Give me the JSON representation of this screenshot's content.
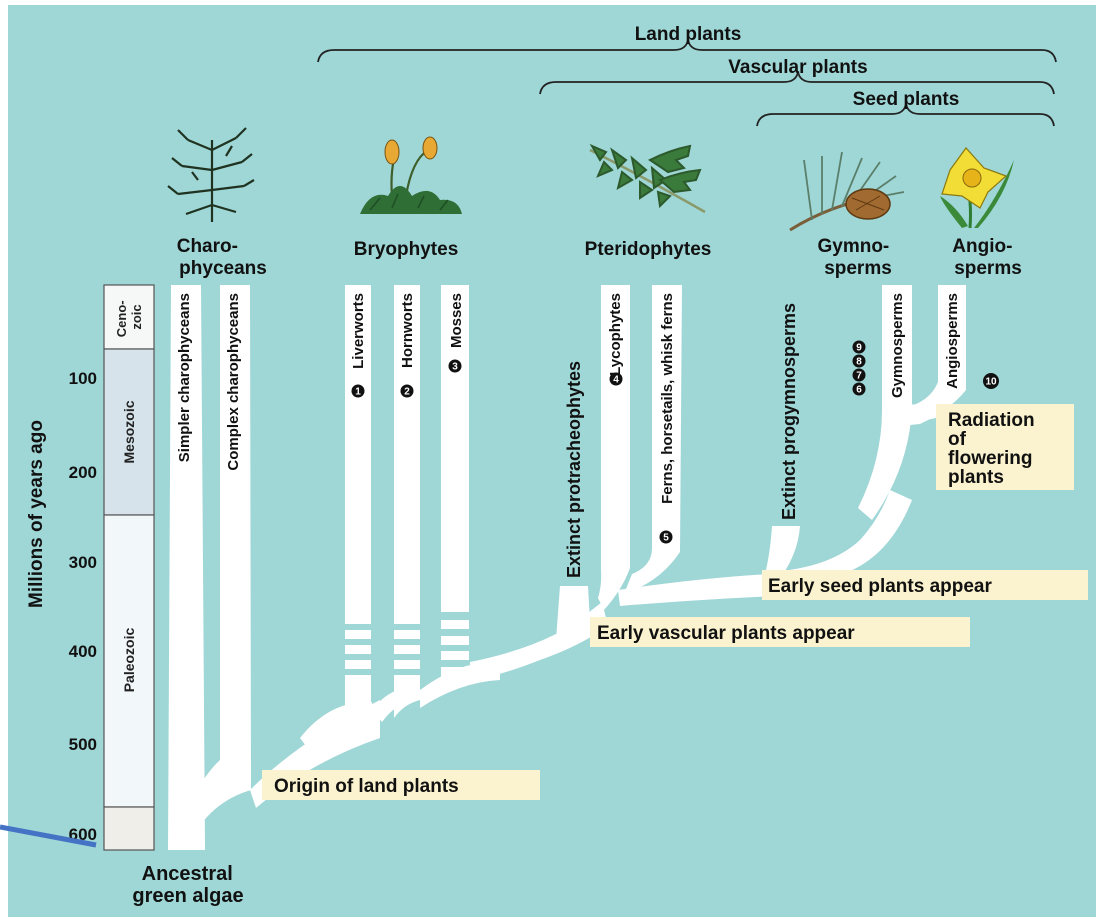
{
  "colors": {
    "background": "#9fd6d6",
    "branch": "#ffffff",
    "callout_bg": "#fbf3cf",
    "text": "#111111",
    "connector": "#4472c4",
    "era_cenozoic": "#f6f8f8",
    "era_mesozoic": "#d6e3ea",
    "era_paleozoic": "#f2f7fa",
    "era_precambrian": "#efeee9"
  },
  "brackets": {
    "land": "Land plants",
    "vascular": "Vascular plants",
    "seed": "Seed plants"
  },
  "group_titles": {
    "charophyceans": [
      "Charo-",
      "phyceans"
    ],
    "bryophytes": "Bryophytes",
    "pteridophytes": "Pteridophytes",
    "gymnosperms": [
      "Gymno-",
      "sperms"
    ],
    "angiosperms": [
      "Angio-",
      "sperms"
    ]
  },
  "lineages": {
    "simpler_charophyceans": "Simpler charophyceans",
    "complex_charophyceans": "Complex charophyceans",
    "liverworts": "Liverworts",
    "hornworts": "Hornworts",
    "mosses": "Mosses",
    "extinct_protracheophytes": "Extinct protracheophytes",
    "lycophytes": "Lycophytes",
    "ferns": "Ferns, horsetails, whisk ferns",
    "extinct_progymnosperms": "Extinct progymnosperms",
    "gymnosperms": "Gymnosperms",
    "angiosperms": "Angiosperms"
  },
  "lineage_markers": {
    "liverworts": "1",
    "hornworts": "2",
    "mosses": "3",
    "lycophytes": "4",
    "ferns": "5",
    "gymnosperms": [
      "6",
      "7",
      "8",
      "9"
    ],
    "angiosperms": "10"
  },
  "axis": {
    "label": "Millions of years ago",
    "ticks": [
      "100",
      "200",
      "300",
      "400",
      "500",
      "600"
    ]
  },
  "eras": {
    "cenozoic": [
      "Ceno-",
      "zoic"
    ],
    "mesozoic": "Mesozoic",
    "paleozoic": "Paleozoic"
  },
  "events": {
    "origin_land": "Origin of land plants",
    "early_vascular": "Early vascular plants appear",
    "early_seed": "Early seed plants appear",
    "radiation": [
      "Radiation",
      "of",
      "flowering",
      "plants"
    ],
    "ancestral": [
      "Ancestral",
      "green algae"
    ]
  }
}
